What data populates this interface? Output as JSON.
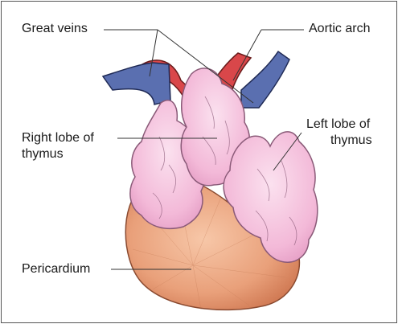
{
  "labels": {
    "great_veins": "Great veins",
    "aortic_arch": "Aortic arch",
    "right_lobe_line1": "Right lobe of",
    "right_lobe_line2": "thymus",
    "left_lobe_line1": "Left lobe of",
    "left_lobe_line2": "thymus",
    "pericardium": "Pericardium"
  },
  "colors": {
    "vein_blue": "#5a6fb0",
    "artery_red": "#d9474a",
    "thymus_pink": "#f2b8d8",
    "thymus_outline": "#8a5a78",
    "pericardium": "#e4936b"
  }
}
